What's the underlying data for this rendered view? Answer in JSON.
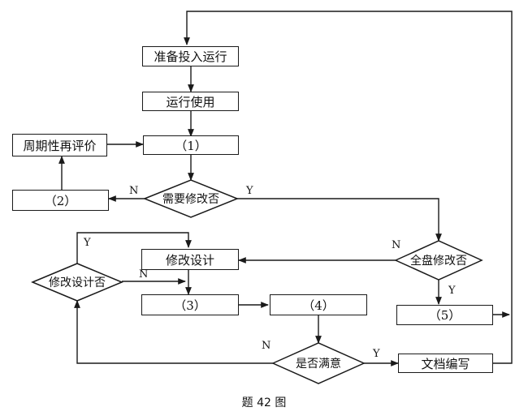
{
  "nodes": {
    "prepare_run": "准备投入运行",
    "run_use": "运行使用",
    "periodic_review": "周期性再评价",
    "step1": "（1）",
    "step2": "（2）",
    "need_modify": "需要修改否",
    "full_modify": "全盘修改否",
    "modify_design": "修改设计",
    "modify_design_q": "修改设计否",
    "step3": "（3）",
    "step4": "（4）",
    "step5": "（5）",
    "satisfied": "是否满意",
    "doc_write": "文档编写"
  },
  "edge_labels": {
    "need_modify_no": "N",
    "need_modify_yes": "Y",
    "full_modify_no": "N",
    "full_modify_yes": "Y",
    "modify_design_q_yes": "Y",
    "modify_design_q_no": "N",
    "satisfied_no": "N",
    "satisfied_yes": "Y"
  },
  "caption": "题 42 图",
  "colors": {
    "line": "#1a1a1a",
    "background": "#ffffff"
  }
}
